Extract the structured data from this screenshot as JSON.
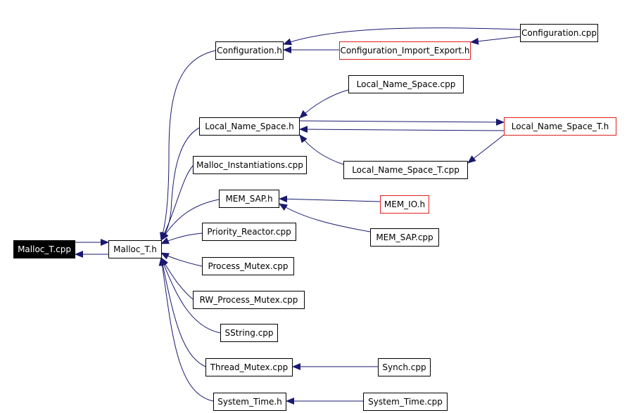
{
  "edge_color": "#191970",
  "highlight_fill": "#000000",
  "highlight_text": "#ffffff",
  "incomplete_border": "#e02020",
  "nodes": {
    "malloc_t_cpp": "Malloc_T.cpp",
    "malloc_t_h": "Malloc_T.h",
    "configuration_h": "Configuration.h",
    "configuration_import_export_h": "Configuration_Import_Export.h",
    "configuration_cpp": "Configuration.cpp",
    "local_name_space_cpp": "Local_Name_Space.cpp",
    "local_name_space_h": "Local_Name_Space.h",
    "local_name_space_t_h": "Local_Name_Space_T.h",
    "local_name_space_t_cpp": "Local_Name_Space_T.cpp",
    "malloc_instantiations_cpp": "Malloc_Instantiations.cpp",
    "mem_sap_h": "MEM_SAP.h",
    "mem_io_h": "MEM_IO.h",
    "mem_sap_cpp": "MEM_SAP.cpp",
    "priority_reactor_cpp": "Priority_Reactor.cpp",
    "process_mutex_cpp": "Process_Mutex.cpp",
    "rw_process_mutex_cpp": "RW_Process_Mutex.cpp",
    "sstring_cpp": "SString.cpp",
    "thread_mutex_cpp": "Thread_Mutex.cpp",
    "synch_cpp": "Synch.cpp",
    "system_time_h": "System_Time.h",
    "system_time_cpp": "System_Time.cpp"
  }
}
